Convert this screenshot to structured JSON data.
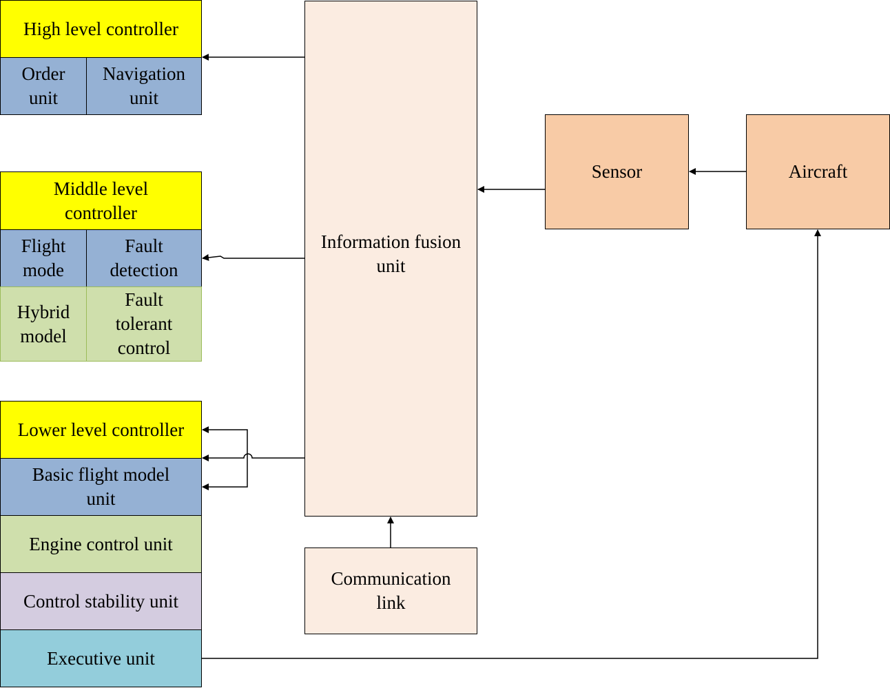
{
  "colors": {
    "controller_header": "#ffff00",
    "subunit_blue": "#95b1d4",
    "subunit_green": "#cfdfac",
    "control_stability": "#d4cce0",
    "executive": "#93cddb",
    "fusion": "#fbece1",
    "sensor_aircraft": "#f8cba6"
  },
  "high": {
    "title": "High level controller",
    "order_unit": "Order\nunit",
    "navigation_unit": "Navigation\nunit"
  },
  "middle": {
    "title": "Middle level\ncontroller",
    "flight_mode": "Flight\nmode",
    "fault_detection": "Fault\ndetection",
    "hybrid_model": "Hybrid\nmodel",
    "fault_tolerant_control": "Fault\ntolerant\ncontrol"
  },
  "lower": {
    "title": "Lower level controller",
    "basic_flight_model": "Basic flight model\nunit",
    "engine_control": "Engine control unit",
    "control_stability": "Control stability unit",
    "executive": "Executive unit"
  },
  "fusion": {
    "label": "Information fusion\nunit"
  },
  "communication": {
    "label": "Communication\nlink"
  },
  "sensor": {
    "label": "Sensor"
  },
  "aircraft": {
    "label": "Aircraft"
  }
}
